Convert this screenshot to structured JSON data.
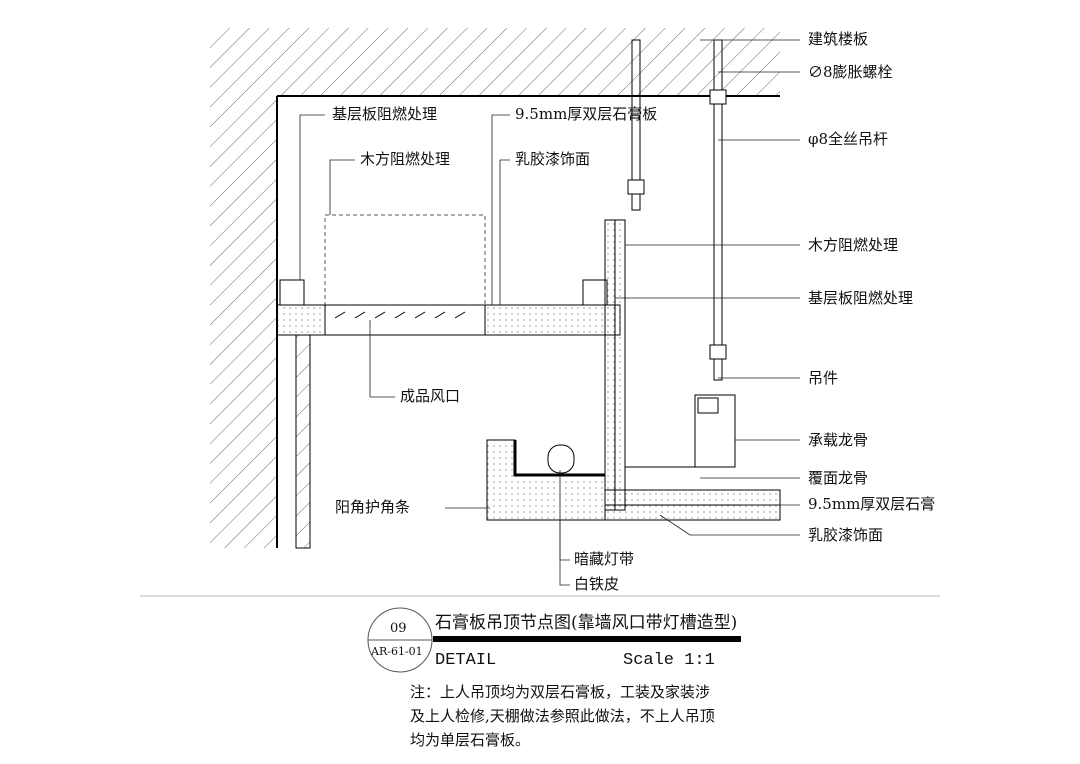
{
  "labels_right": [
    "建筑楼板",
    "∅8膨胀螺栓",
    "φ8全丝吊杆",
    "木方阻燃处理",
    "基层板阻燃处理",
    "吊件",
    "承载龙骨",
    "覆面龙骨",
    "9.5mm厚双层石膏",
    "乳胶漆饰面"
  ],
  "labels_left": [
    "基层板阻燃处理",
    "木方阻燃处理",
    "成品风口",
    "阳角护角条"
  ],
  "labels_center": [
    "9.5mm厚双层石膏板",
    "乳胶漆饰面",
    "暗藏灯带",
    "白铁皮"
  ],
  "title_block": {
    "number": "09",
    "sheet": "AR-61-01",
    "title": "石膏板吊顶节点图(靠墙风口带灯槽造型)",
    "detail": "DETAIL",
    "scale": "Scale 1:1"
  },
  "note": [
    "注：上人吊顶均为双层石膏板，工装及家装涉",
    "及上人检修,天棚做法参照此做法，不上人吊顶",
    "均为单层石膏板。"
  ]
}
